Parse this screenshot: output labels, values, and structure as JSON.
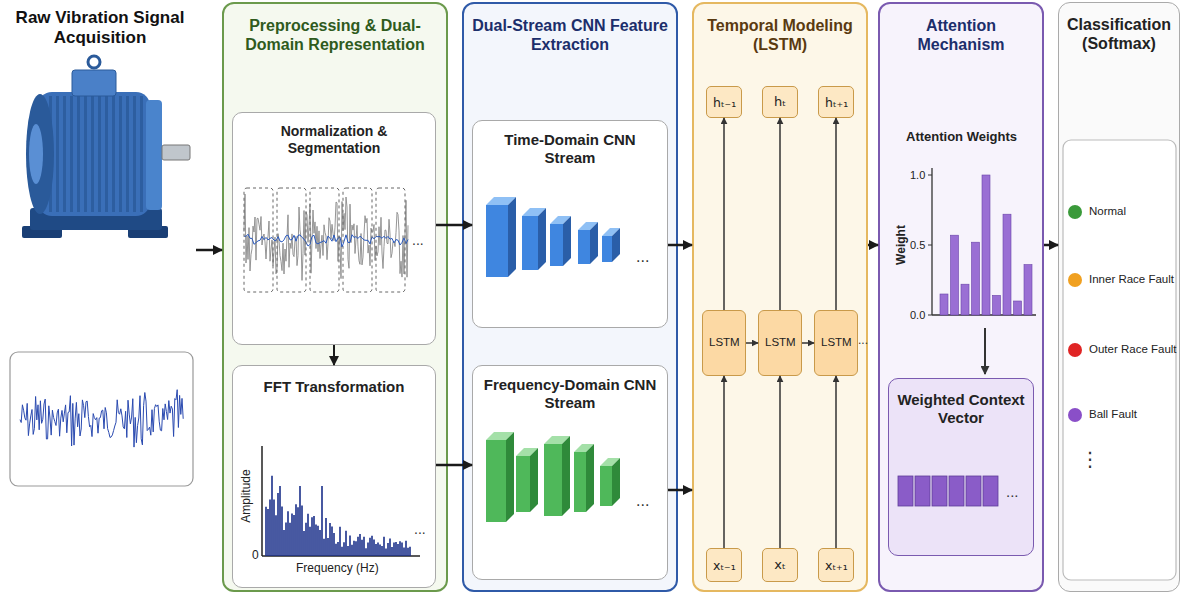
{
  "diagram": {
    "nodes": [
      {
        "text": [
          "Raw Vibration Signal Acquisition"
        ]
      },
      {
        "text": [
          "Preprocessing & Dual-Domain Representation"
        ]
      },
      {
        "text": [
          "Normalization & Segmentation"
        ],
        "in": 1
      },
      {
        "text": [
          "FFT Transformation"
        ],
        "in": 1
      },
      {
        "text": [
          "Dual-Stream CNN Feature Extraction"
        ]
      },
      {
        "text": [
          "Time-Domain CNN Stream"
        ],
        "in": 4
      },
      {
        "text": [
          "Frequency-Domain CNN Stream"
        ],
        "in": 4
      },
      {
        "text": [
          "Temporal Modeling (LSTM)"
        ]
      },
      {
        "text": [
          "hₜ₋₁"
        ],
        "in": 7
      },
      {
        "text": [
          "hₜ"
        ],
        "in": 7
      },
      {
        "text": [
          "hₜ₊₁"
        ],
        "in": 7
      },
      {
        "text": [
          "LSTM"
        ],
        "in": 7
      },
      {
        "text": [
          "LSTM"
        ],
        "in": 7
      },
      {
        "text": [
          "LSTM"
        ],
        "in": 7
      },
      {
        "text": [
          "xₜ₋₁"
        ],
        "in": 7
      },
      {
        "text": [
          "xₜ"
        ],
        "in": 7
      },
      {
        "text": [
          "xₜ₊₁"
        ],
        "in": 7
      },
      {
        "text": [
          "Attention Mechanism"
        ]
      },
      {
        "text": [
          "Weighted Context Vector"
        ],
        "in": 17
      },
      {
        "text": [
          "Classification (Softmax)"
        ]
      }
    ],
    "edges": [
      {
        "from": 0,
        "to": 1,
        "arrow": "to"
      },
      {
        "from": 2,
        "to": 3,
        "arrow": "to"
      },
      {
        "from": 2,
        "to": 5,
        "arrow": "to"
      },
      {
        "from": 3,
        "to": 6,
        "arrow": "to"
      },
      {
        "from": 5,
        "to": 7,
        "arrow": "to"
      },
      {
        "from": 6,
        "to": 7,
        "arrow": "to"
      },
      {
        "from": 14,
        "to": 11,
        "arrow": "to"
      },
      {
        "from": 15,
        "to": 12,
        "arrow": "to"
      },
      {
        "from": 16,
        "to": 13,
        "arrow": "to"
      },
      {
        "from": 11,
        "to": 8,
        "arrow": "to"
      },
      {
        "from": 12,
        "to": 9,
        "arrow": "to"
      },
      {
        "from": 13,
        "to": 10,
        "arrow": "to"
      },
      {
        "from": 11,
        "to": 12,
        "arrow": "to"
      },
      {
        "from": 12,
        "to": 13,
        "arrow": "to"
      },
      {
        "from": 7,
        "to": 17,
        "arrow": "to"
      },
      {
        "from": 17,
        "to": 19,
        "arrow": "to"
      }
    ],
    "labels": [
      "...",
      "Amplitude",
      "0",
      "Frequency (Hz)",
      "...",
      "...",
      "...",
      "...",
      "Attention Weights",
      "Weight",
      "1.0",
      "0.5",
      "0.0",
      "...",
      "⋮"
    ],
    "legend": [
      {
        "text": "Normal",
        "color": "#3a9a3a"
      },
      {
        "text": "Inner Race Fault",
        "color": "#f0a020"
      },
      {
        "text": "Outer Race Fault",
        "color": "#e02424"
      },
      {
        "text": "Ball Fault",
        "color": "#8a4fc8"
      }
    ]
  }
}
